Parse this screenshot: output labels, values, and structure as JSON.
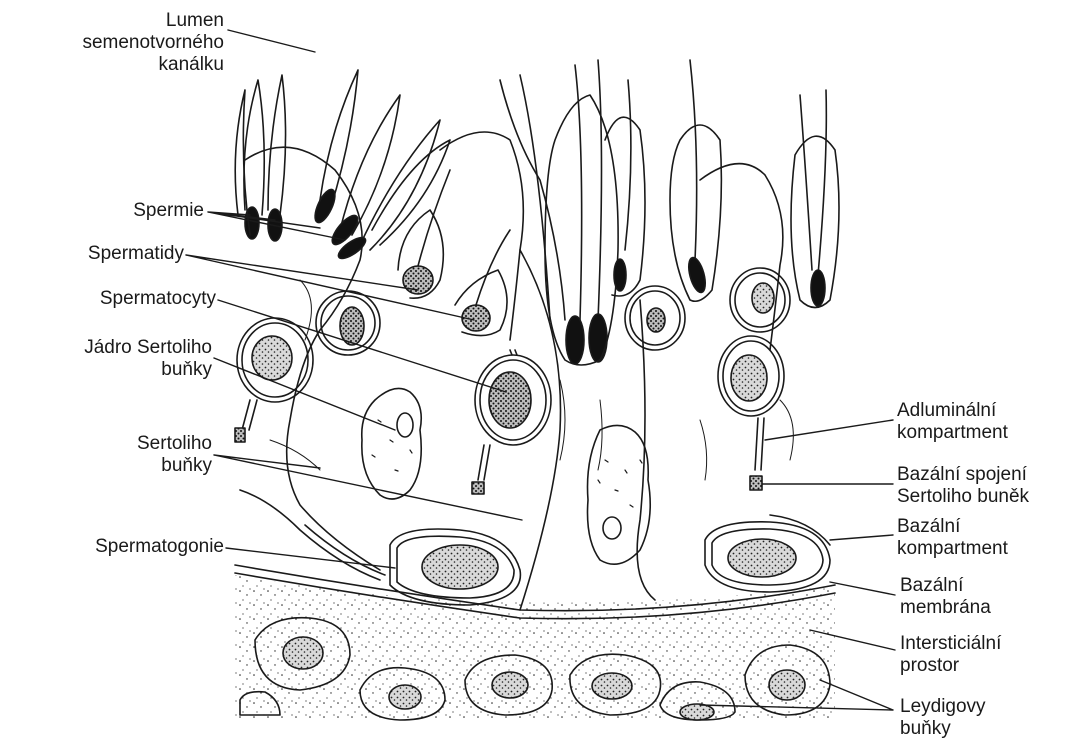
{
  "diagram": {
    "labels_left": {
      "lumen": [
        "Lumen",
        "semenotvorného",
        "kanálku"
      ],
      "spermie": [
        "Spermie"
      ],
      "spermatidy": [
        "Spermatidy"
      ],
      "spermatocyty": [
        "Spermatocyty"
      ],
      "jadro": [
        "Jádro Sertoliho",
        "buňky"
      ],
      "sertoliho": [
        "Sertoliho",
        "buňky"
      ],
      "spermatogonie": [
        "Spermatogonie"
      ]
    },
    "labels_right": {
      "adluminalni": [
        "Adluminální",
        "kompartment"
      ],
      "spojeni": [
        "Bazální spojení",
        "Sertoliho buněk"
      ],
      "bazalni_komp": [
        "Bazální",
        "kompartment"
      ],
      "membrana": [
        "Bazální",
        "membrána"
      ],
      "intersticialni": [
        "Intersticiální",
        "prostor"
      ],
      "leydigovy": [
        "Leydigovy",
        "buňky"
      ]
    }
  }
}
